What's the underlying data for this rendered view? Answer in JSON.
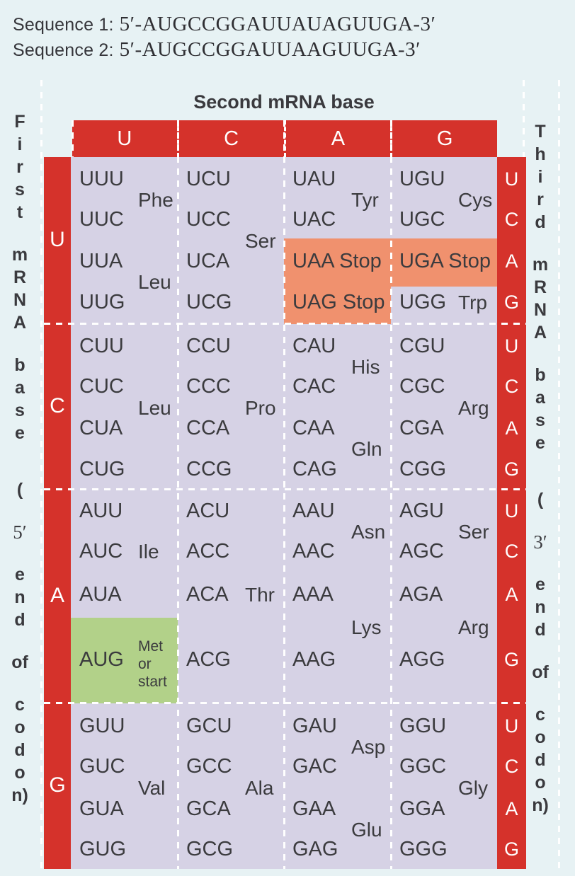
{
  "sequences": {
    "line1_label": "Sequence 1:",
    "line1_seq": "5′-AUGCCGGAUUAUAGUUGA-3′",
    "line2_label": "Sequence 2:",
    "line2_seq": "5′-AUGCCGGAUUAAGUUGA-3′"
  },
  "header": {
    "title": "Second mRNA base",
    "columns": [
      "U",
      "C",
      "A",
      "G"
    ]
  },
  "axes": {
    "left_segments": [
      "First",
      "mRNA",
      "base",
      "(",
      "5′",
      "end",
      "of",
      "codon)"
    ],
    "right_segments": [
      "Third",
      "mRNA",
      "base",
      "(",
      "3′",
      "end",
      "of",
      "codon)"
    ],
    "first_base_rows": [
      "U",
      "C",
      "A",
      "G"
    ],
    "third_base_letters": [
      "U",
      "C",
      "A",
      "G"
    ]
  },
  "colors": {
    "background": "#e7f2f4",
    "cell_lavender": "#d6d2e5",
    "band_red": "#d5322b",
    "stop": "#f0916e",
    "start": "#b2d189",
    "text_dark": "#3b3b3e"
  },
  "table": {
    "rows": [
      {
        "label": "U",
        "cells": [
          {
            "codons": [
              "UUU",
              "UUC",
              "UUA",
              "UUG"
            ],
            "labels": [
              {
                "text": "Phe",
                "span": [
                  0,
                  1
                ]
              },
              {
                "text": "Leu",
                "span": [
                  2,
                  3
                ]
              }
            ],
            "highlights": []
          },
          {
            "codons": [
              "UCU",
              "UCC",
              "UCA",
              "UCG"
            ],
            "labels": [
              {
                "text": "Ser",
                "span": [
                  0,
                  1,
                  2,
                  3
                ]
              }
            ],
            "highlights": []
          },
          {
            "codons": [
              "UAU",
              "UAC",
              "UAA Stop",
              "UAG Stop"
            ],
            "labels": [
              {
                "text": "Tyr",
                "span": [
                  0,
                  1
                ]
              }
            ],
            "highlights": [
              {
                "lines": [
                  2,
                  3
                ],
                "color": "stop"
              }
            ]
          },
          {
            "codons": [
              "UGU",
              "UGC",
              "UGA Stop",
              "UGG"
            ],
            "labels": [
              {
                "text": "Cys",
                "span": [
                  0,
                  1
                ]
              },
              {
                "text": "Trp",
                "span": [
                  3
                ]
              }
            ],
            "highlights": [
              {
                "lines": [
                  2
                ],
                "color": "stop"
              }
            ]
          }
        ]
      },
      {
        "label": "C",
        "cells": [
          {
            "codons": [
              "CUU",
              "CUC",
              "CUA",
              "CUG"
            ],
            "labels": [
              {
                "text": "Leu",
                "span": [
                  0,
                  1,
                  2,
                  3
                ]
              }
            ],
            "highlights": []
          },
          {
            "codons": [
              "CCU",
              "CCC",
              "CCA",
              "CCG"
            ],
            "labels": [
              {
                "text": "Pro",
                "span": [
                  0,
                  1,
                  2,
                  3
                ]
              }
            ],
            "highlights": []
          },
          {
            "codons": [
              "CAU",
              "CAC",
              "CAA",
              "CAG"
            ],
            "labels": [
              {
                "text": "His",
                "span": [
                  0,
                  1
                ]
              },
              {
                "text": "Gln",
                "span": [
                  2,
                  3
                ]
              }
            ],
            "highlights": []
          },
          {
            "codons": [
              "CGU",
              "CGC",
              "CGA",
              "CGG"
            ],
            "labels": [
              {
                "text": "Arg",
                "span": [
                  0,
                  1,
                  2,
                  3
                ]
              }
            ],
            "highlights": []
          }
        ]
      },
      {
        "label": "A",
        "cells": [
          {
            "codons": [
              "AUU",
              "AUC",
              "AUA",
              "AUG"
            ],
            "labels": [
              {
                "text": "Ile",
                "span": [
                  1
                ]
              },
              {
                "lines": [
                  "Met",
                  "or",
                  "start"
                ],
                "span": [
                  3
                ],
                "small": true
              }
            ],
            "highlights": [
              {
                "lines": [
                  3
                ],
                "color": "start"
              }
            ]
          },
          {
            "codons": [
              "ACU",
              "ACC",
              "ACA",
              "ACG"
            ],
            "labels": [
              {
                "text": "Thr",
                "span": [
                  2
                ]
              }
            ],
            "highlights": []
          },
          {
            "codons": [
              "AAU",
              "AAC",
              "AAA",
              "AAG"
            ],
            "labels": [
              {
                "text": "Asn",
                "span": [
                  0,
                  1
                ]
              },
              {
                "text": "Lys",
                "span": [
                  2,
                  3
                ]
              }
            ],
            "highlights": []
          },
          {
            "codons": [
              "AGU",
              "AGC",
              "AGA",
              "AGG"
            ],
            "labels": [
              {
                "text": "Ser",
                "span": [
                  0,
                  1
                ]
              },
              {
                "text": "Arg",
                "span": [
                  2,
                  3
                ]
              }
            ],
            "highlights": []
          }
        ]
      },
      {
        "label": "G",
        "cells": [
          {
            "codons": [
              "GUU",
              "GUC",
              "GUA",
              "GUG"
            ],
            "labels": [
              {
                "text": "Val",
                "span": [
                  0,
                  1,
                  2,
                  3
                ]
              }
            ],
            "highlights": []
          },
          {
            "codons": [
              "GCU",
              "GCC",
              "GCA",
              "GCG"
            ],
            "labels": [
              {
                "text": "Ala",
                "span": [
                  0,
                  1,
                  2,
                  3
                ]
              }
            ],
            "highlights": []
          },
          {
            "codons": [
              "GAU",
              "GAC",
              "GAA",
              "GAG"
            ],
            "labels": [
              {
                "text": "Asp",
                "span": [
                  0,
                  1
                ]
              },
              {
                "text": "Glu",
                "span": [
                  2,
                  3
                ]
              }
            ],
            "highlights": []
          },
          {
            "codons": [
              "GGU",
              "GGC",
              "GGA",
              "GGG"
            ],
            "labels": [
              {
                "text": "Gly",
                "span": [
                  0,
                  1,
                  2,
                  3
                ]
              }
            ],
            "highlights": []
          }
        ]
      }
    ]
  }
}
